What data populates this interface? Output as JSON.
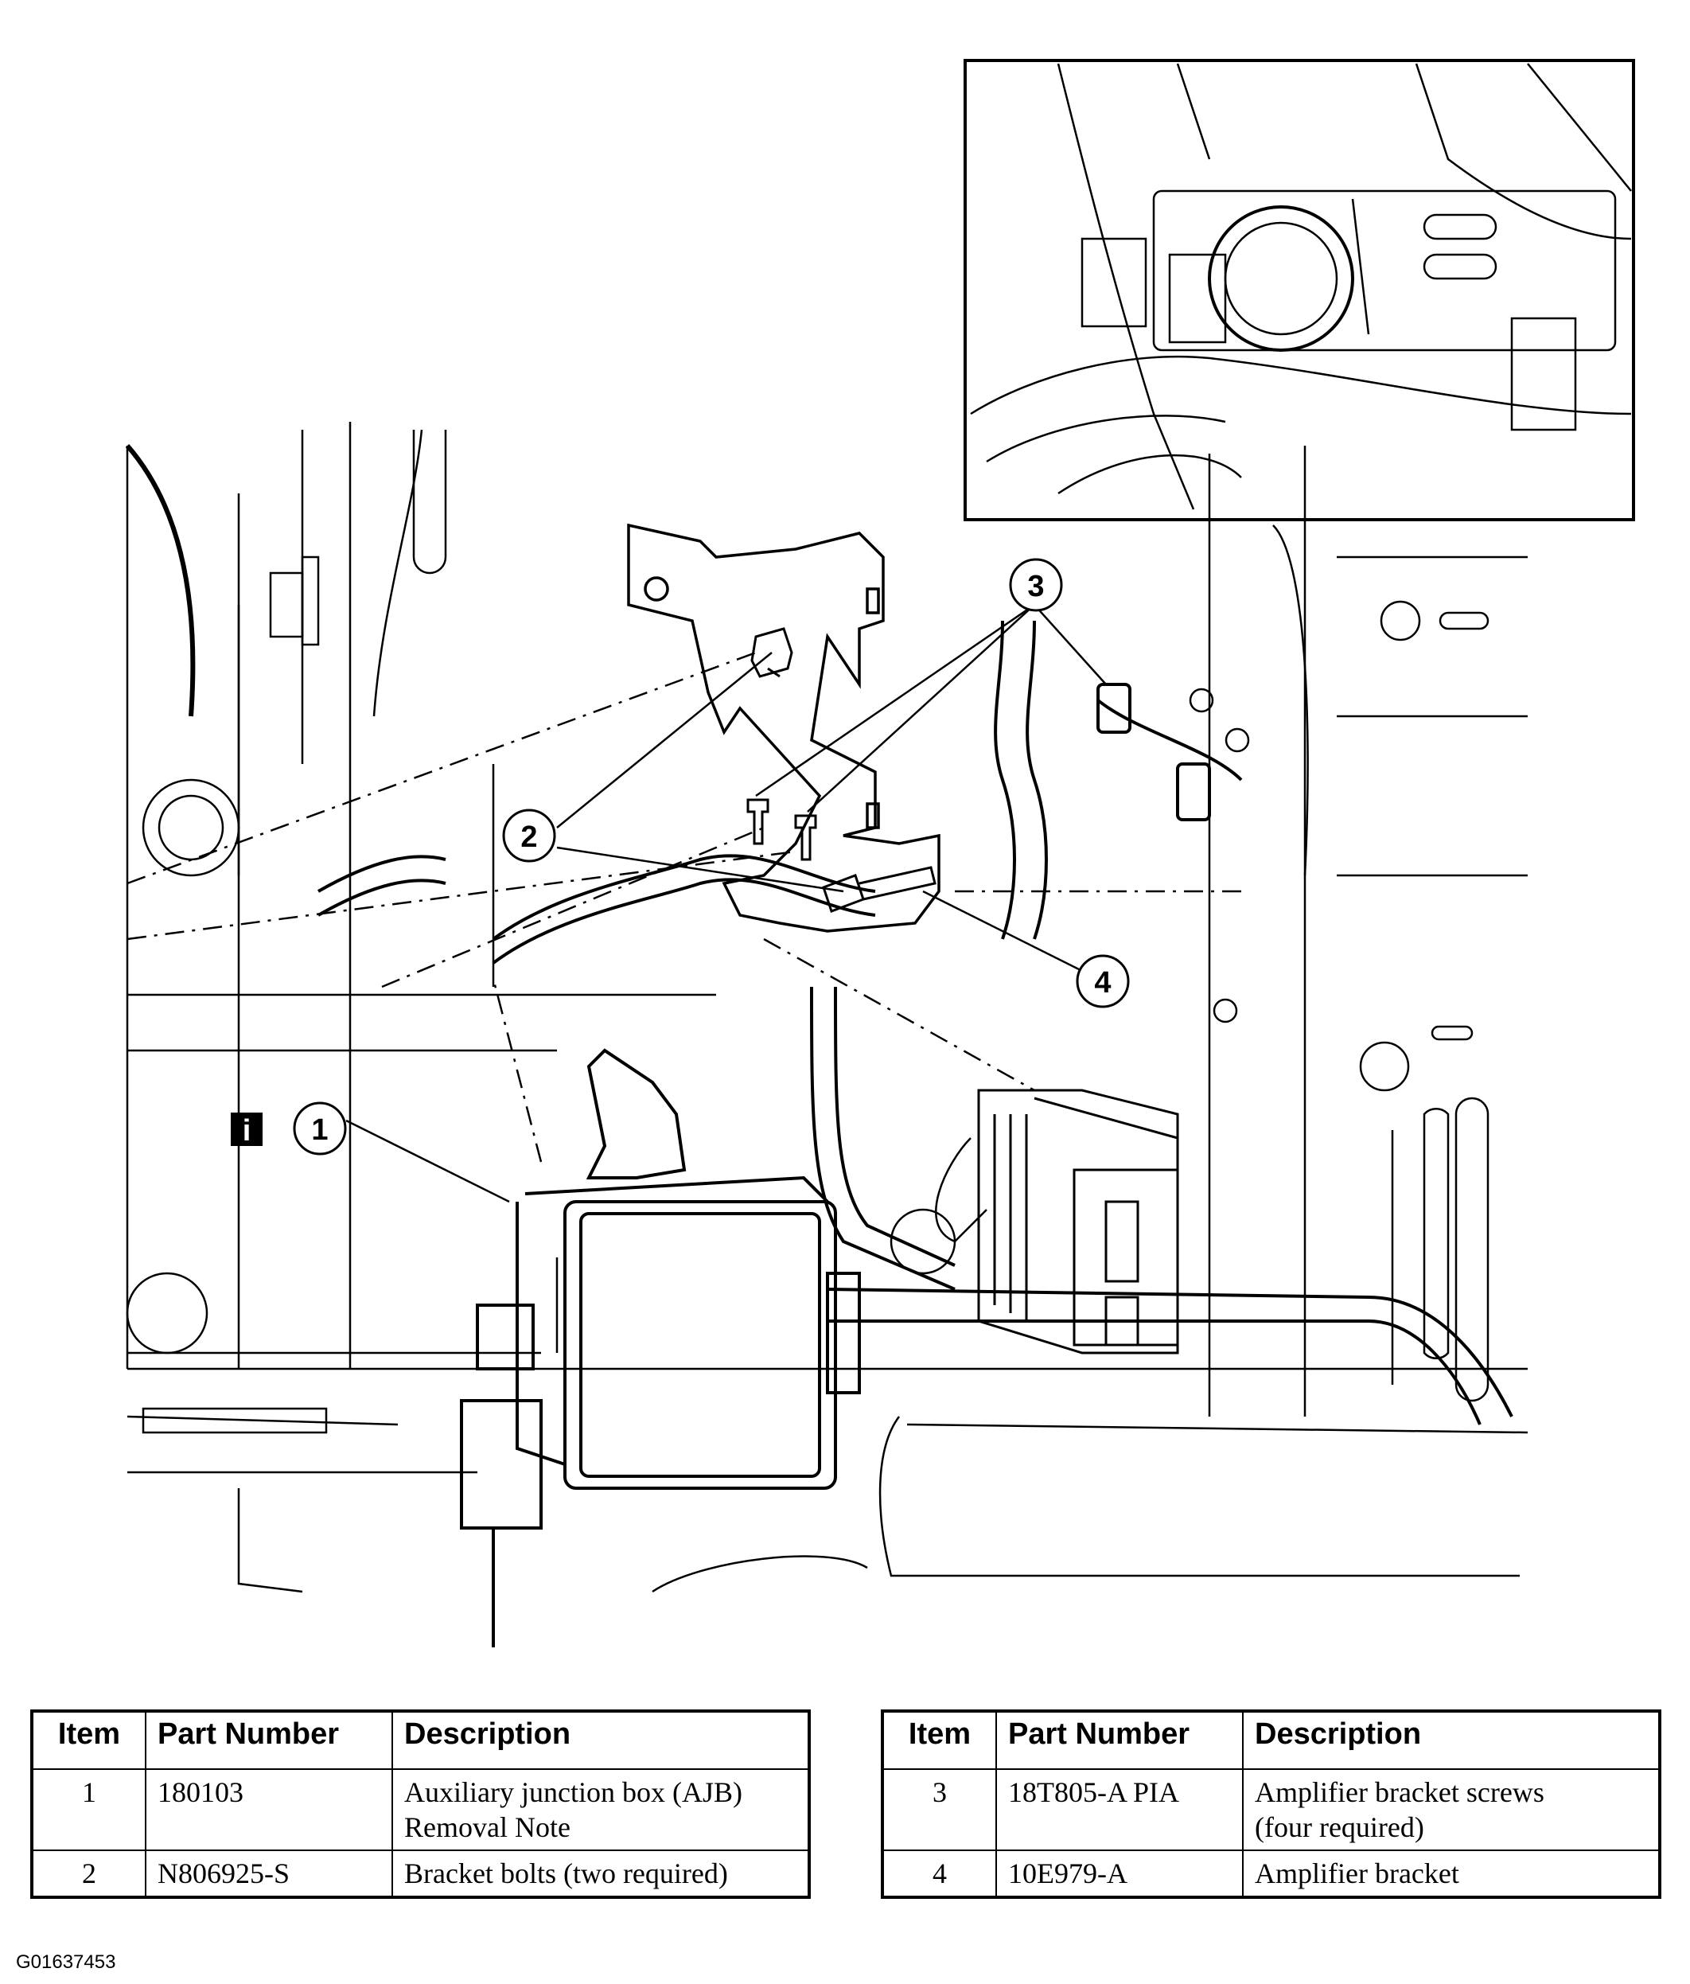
{
  "callouts": {
    "c1": "1",
    "c2": "2",
    "c3": "3",
    "c4": "4",
    "info_badge": "i"
  },
  "parts_table_left": {
    "headers": [
      "Item",
      "Part Number",
      "Description"
    ],
    "rows": [
      {
        "item": "1",
        "part_number": "180103",
        "description_line1": "Auxiliary junction box (AJB)",
        "description_line2": "Removal Note"
      },
      {
        "item": "2",
        "part_number": "N806925-S",
        "description_line1": "Bracket bolts (two required)",
        "description_line2": ""
      }
    ]
  },
  "parts_table_right": {
    "headers": [
      "Item",
      "Part Number",
      "Description"
    ],
    "rows": [
      {
        "item": "3",
        "part_number": "18T805-A PIA",
        "description_line1": "Amplifier bracket screws",
        "description_line2": "(four required)"
      },
      {
        "item": "4",
        "part_number": "10E979-A",
        "description_line1": "Amplifier bracket",
        "description_line2": ""
      }
    ]
  },
  "figure_id": "G01637453"
}
